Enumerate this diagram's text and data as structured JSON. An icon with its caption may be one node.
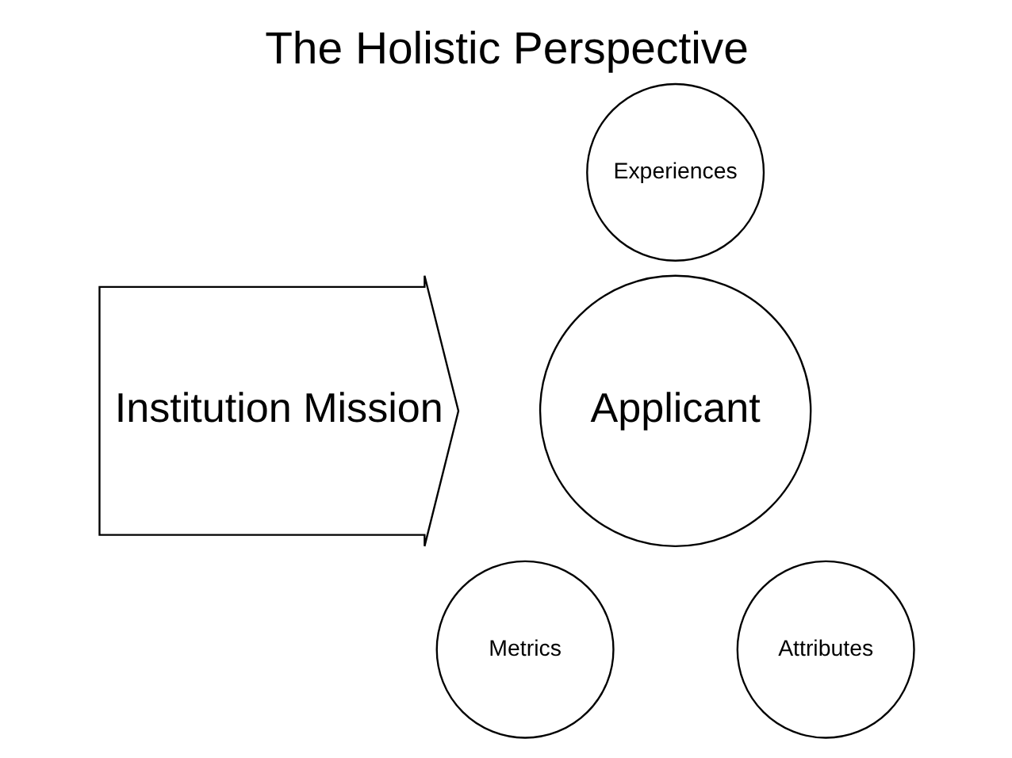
{
  "diagram": {
    "title": "The Holistic Perspective",
    "nodes": [
      {
        "text": [
          "Institution Mission"
        ]
      },
      {
        "text": [
          "Experiences"
        ]
      },
      {
        "text": [
          "Applicant"
        ]
      },
      {
        "text": [
          "Metrics"
        ]
      },
      {
        "text": [
          "Attributes"
        ]
      }
    ]
  }
}
